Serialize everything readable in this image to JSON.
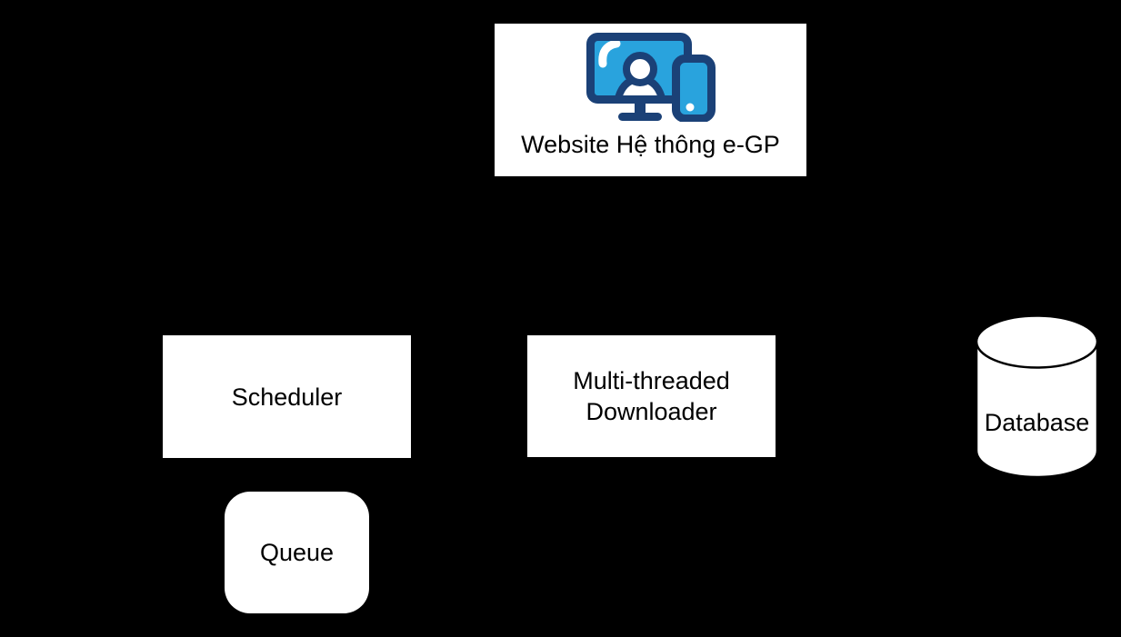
{
  "diagram": {
    "type": "architecture-flow-diagram",
    "background_color": "#000000",
    "colors": {
      "node_fill": "#ffffff",
      "node_text": "#000000",
      "cylinder_stroke": "#000000",
      "icon_navy": "#1b4177",
      "icon_blue": "#29a3dd",
      "icon_white": "#ffffff"
    },
    "nodes": {
      "website": {
        "label": "Website Hệ thông e-GP",
        "shape": "rectangle",
        "icon": "devices-user-icon"
      },
      "scheduler": {
        "label": "Scheduler",
        "shape": "rectangle"
      },
      "downloader": {
        "label": "Multi-threaded Downloader",
        "shape": "rectangle"
      },
      "queue": {
        "label": "Queue",
        "shape": "rounded-rectangle"
      },
      "database": {
        "label": "Database",
        "shape": "cylinder"
      }
    }
  }
}
